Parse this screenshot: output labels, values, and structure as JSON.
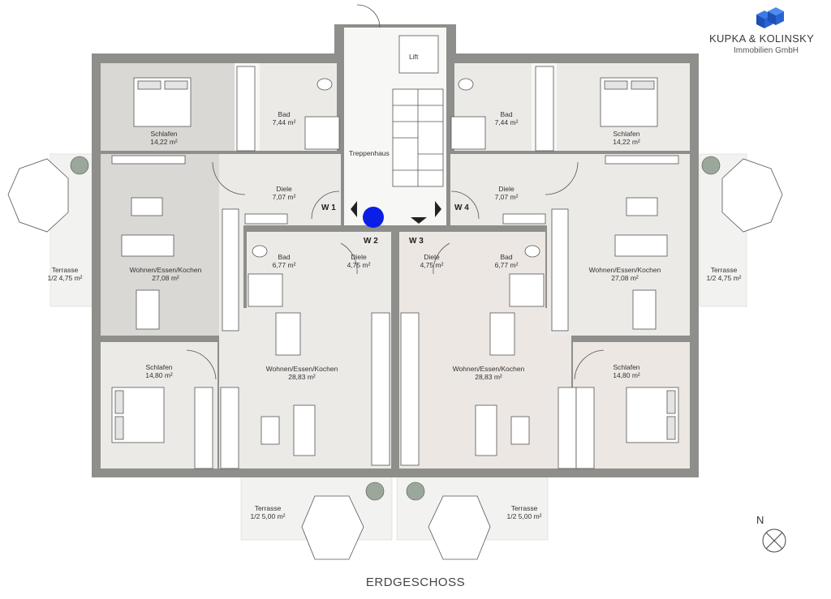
{
  "company": {
    "name": "KUPKA & KOLINSKY",
    "sub": "Immobilien GmbH",
    "brand_color": "#1a5fd6"
  },
  "floor_title": "ERDGESCHOSS",
  "marker_color": "#0a1ee6",
  "units": {
    "w1": "W 1",
    "w2": "W 2",
    "w3": "W 3",
    "w4": "W 4"
  },
  "core": {
    "lift": "Lift",
    "stair": "Treppenhaus"
  },
  "rooms": {
    "w1_schlafen": {
      "name": "Schlafen",
      "area": "14,22 m²"
    },
    "w1_bad": {
      "name": "Bad",
      "area": "7,44 m²"
    },
    "w1_diele": {
      "name": "Diele",
      "area": "7,07 m²"
    },
    "w1_wohnen": {
      "name": "Wohnen/Essen/Kochen",
      "area": "27,08 m²"
    },
    "w1_terrasse": {
      "name": "Terrasse",
      "area": "1/2 4,75 m²"
    },
    "w2_bad": {
      "name": "Bad",
      "area": "6,77 m²"
    },
    "w2_diele": {
      "name": "Diele",
      "area": "4,75 m²"
    },
    "w2_schlafen": {
      "name": "Schlafen",
      "area": "14,80 m²"
    },
    "w2_wohnen": {
      "name": "Wohnen/Essen/Kochen",
      "area": "28,83 m²"
    },
    "w2_terrasse": {
      "name": "Terrasse",
      "area": "1/2 5,00 m²"
    },
    "w3_diele": {
      "name": "Diele",
      "area": "4,75 m²"
    },
    "w3_bad": {
      "name": "Bad",
      "area": "6,77 m²"
    },
    "w3_wohnen": {
      "name": "Wohnen/Essen/Kochen",
      "area": "28,83 m²"
    },
    "w3_schlafen": {
      "name": "Schlafen",
      "area": "14,80 m²"
    },
    "w3_terrasse": {
      "name": "Terrasse",
      "area": "1/2 5,00 m²"
    },
    "w4_bad": {
      "name": "Bad",
      "area": "7,44 m²"
    },
    "w4_schlafen": {
      "name": "Schlafen",
      "area": "14,22 m²"
    },
    "w4_diele": {
      "name": "Diele",
      "area": "7,07 m²"
    },
    "w4_wohnen": {
      "name": "Wohnen/Essen/Kochen",
      "area": "27,08 m²"
    },
    "w4_terrasse": {
      "name": "Terrasse",
      "area": "1/2 4,75 m²"
    }
  },
  "compass": {
    "letter": "N"
  }
}
